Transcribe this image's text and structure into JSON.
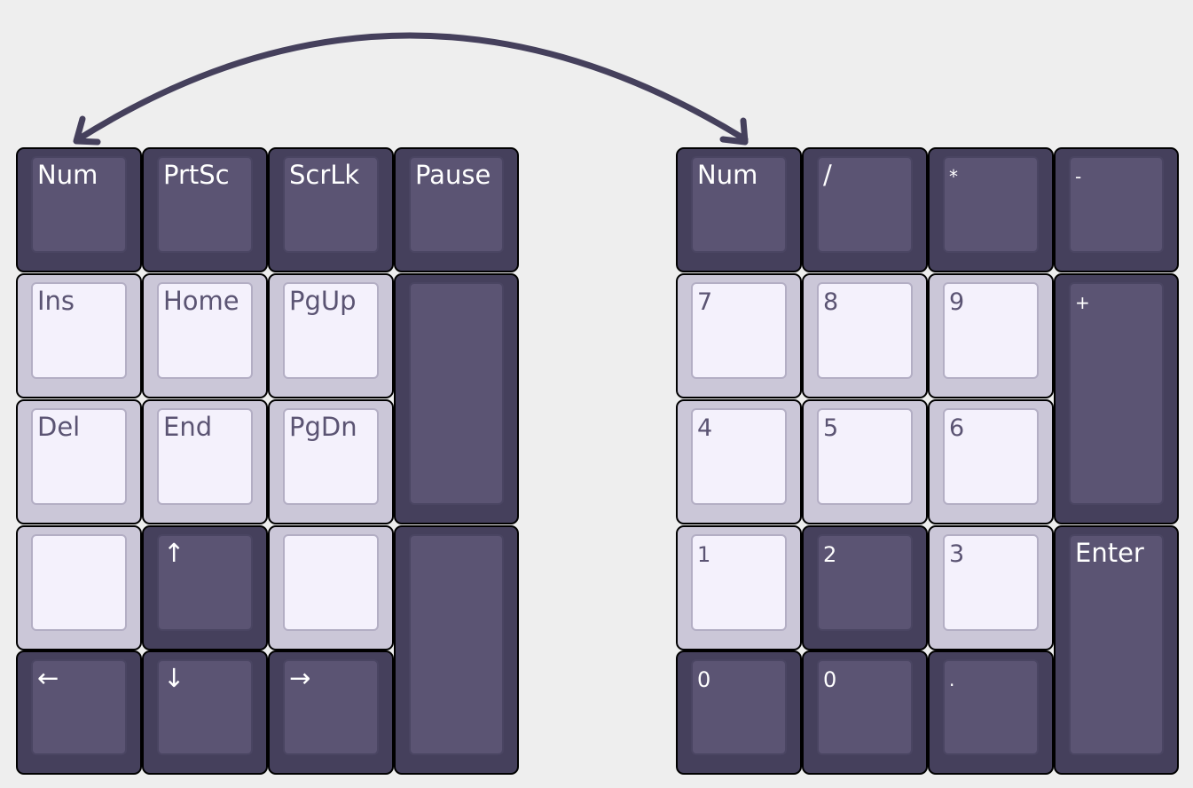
{
  "colors": {
    "background": "#eeeeee",
    "dark_key": "#45405c",
    "dark_cap": "#5b5473",
    "light_key": "#cbc7d8",
    "light_cap": "#f4f1fc",
    "arrow": "#45405c"
  },
  "connector": {
    "icon": "double-headed-curved-arrow"
  },
  "left_cluster": {
    "num": "Num",
    "prtsc": "PrtSc",
    "scrlk": "ScrLk",
    "pause": "Pause",
    "ins": "Ins",
    "home": "Home",
    "pgup": "PgUp",
    "del": "Del",
    "end": "End",
    "pgdn": "PgDn",
    "arrow_up": "↑",
    "arrow_left": "←",
    "arrow_down": "↓",
    "arrow_right": "→"
  },
  "right_cluster": {
    "num": "Num",
    "divide": "/",
    "multiply": "*",
    "minus": "-",
    "seven": "7",
    "eight": "8",
    "nine": "9",
    "plus": "+",
    "four": "4",
    "five": "5",
    "six": "6",
    "one": "1",
    "two": "2",
    "three": "3",
    "enter": "Enter",
    "zero_a": "0",
    "zero_b": "0",
    "decimal": "."
  }
}
